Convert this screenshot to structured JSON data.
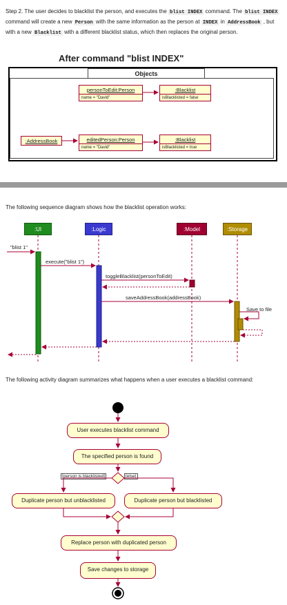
{
  "step": {
    "t1": "Step 2. The user decides to blacklist the person, and executes the ",
    "c1": "blist INDEX",
    "t2": " command. The ",
    "c2": "blist INDEX",
    "t3": " command will create a new ",
    "c3": "Person",
    "t4": " with the same information as the person at ",
    "c4": "INDEX",
    "t5": " in ",
    "c5": "AddressBook",
    "t6": " , but with a new ",
    "c6": "Blacklist",
    "t7": " with a different blacklist status, which then replaces the original person."
  },
  "object_diagram": {
    "title": "After command \"blist INDEX\"",
    "package": "Objects",
    "person_to_edit": {
      "name": "personToEdit:Person",
      "attr": "name = \"David\""
    },
    "blacklist_top": {
      "name": ":Blacklist",
      "attr": "isBlacklisted = false"
    },
    "address_book": {
      "name": ":AddressBook"
    },
    "edited_person": {
      "name": "editedPerson:Person",
      "attr": "name = \"David\""
    },
    "blacklist_bottom": {
      "name": ":Blacklist",
      "attr": "isBlacklisted = true"
    }
  },
  "sequence_intro": "The following sequence diagram shows how the blacklist operation works:",
  "sequence": {
    "participants": [
      {
        "label": ":UI",
        "color": "#1e8c1e"
      },
      {
        "label": ":Logic",
        "color": "#3a3ad0"
      },
      {
        "label": ":Model",
        "color": "#a00030"
      },
      {
        "label": ":Storage",
        "color": "#b08c00"
      }
    ],
    "messages": {
      "input": "\"blist 1\"",
      "execute": "execute(\"blist 1\")",
      "toggle": "toggleBlacklist(personToEdit)",
      "save": "saveAddressBook(addressBook)",
      "save_file": "Save to file"
    }
  },
  "activity_intro": "The following activity diagram summarizes what happens when a user executes a blacklist command:",
  "activity": {
    "step1": "User executes blacklist command",
    "step2": "The specified person is found",
    "guard_left": "[person is blacklisted]",
    "guard_right": "[else]",
    "left_branch": "Duplicate person but unblacklisted",
    "right_branch": "Duplicate person but blacklisted",
    "step3": "Replace person with duplicated person",
    "step4": "Save changes to storage"
  }
}
